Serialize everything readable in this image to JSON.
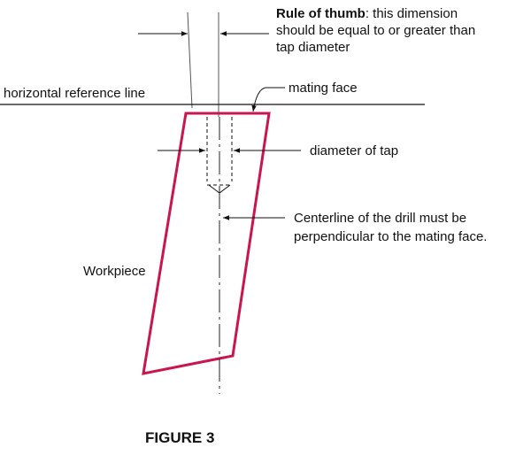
{
  "figure": {
    "rule_of_thumb": {
      "bold": "Rule of thumb",
      "rest": ": this dimension",
      "line2": "should be equal to or greater than",
      "line3": "tap diameter"
    },
    "horizontal_reference_line": "horizontal reference line",
    "mating_face": "mating face",
    "diameter_of_tap": "diameter of tap",
    "centerline": {
      "line1": "Centerline of the drill must be",
      "line2": "perpendicular to the mating face."
    },
    "workpiece": "Workpiece",
    "caption": "FIGURE 3"
  },
  "colors": {
    "workpiece_outline": "#c8174f",
    "lines": "#111111",
    "leader_lines": "#333333"
  }
}
